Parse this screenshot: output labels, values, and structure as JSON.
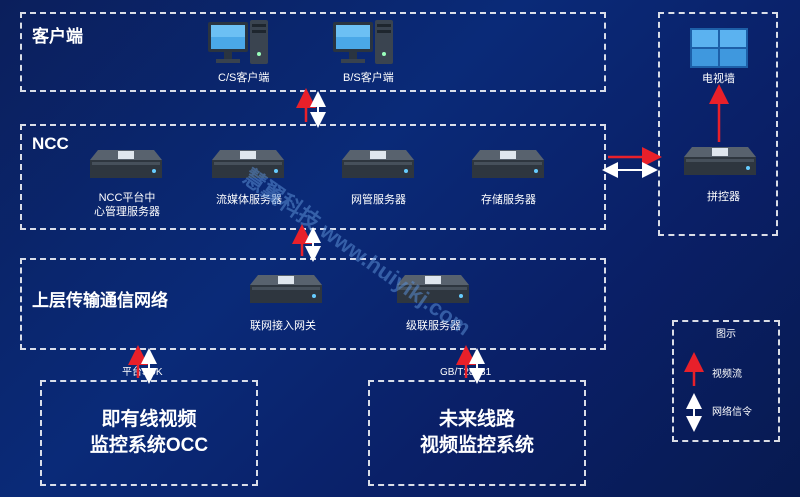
{
  "sections": {
    "client": {
      "title": "客户端"
    },
    "ncc": {
      "title": "NCC"
    },
    "network": {
      "title": "上层传输通信网络"
    },
    "occ": {
      "line1": "即有线视频",
      "line2": "监控系统OCC"
    },
    "future": {
      "line1": "未来线路",
      "line2": "视频监控系统"
    }
  },
  "clients": {
    "cs": "C/S客户端",
    "bs": "B/S客户端"
  },
  "ncc_servers": {
    "center_line1": "NCC平台中",
    "center_line2": "心管理服务器",
    "stream": "流媒体服务器",
    "netmgmt": "网管服务器",
    "storage": "存储服务器"
  },
  "network_nodes": {
    "gateway": "联网接入网关",
    "cascade": "级联服务器"
  },
  "interfaces": {
    "sdk": "平台SDK",
    "gb": "GB/T28181"
  },
  "display": {
    "tv": "电视墙",
    "splicer": "拼控器"
  },
  "legend": {
    "title": "图示",
    "video": "视频流",
    "signal": "网络信令"
  },
  "watermark": "慧翼科技 www.huiyikj.com",
  "colors": {
    "video_arrow": "#e8202a",
    "signal_arrow": "#ffffff",
    "border": "#ffffff"
  }
}
